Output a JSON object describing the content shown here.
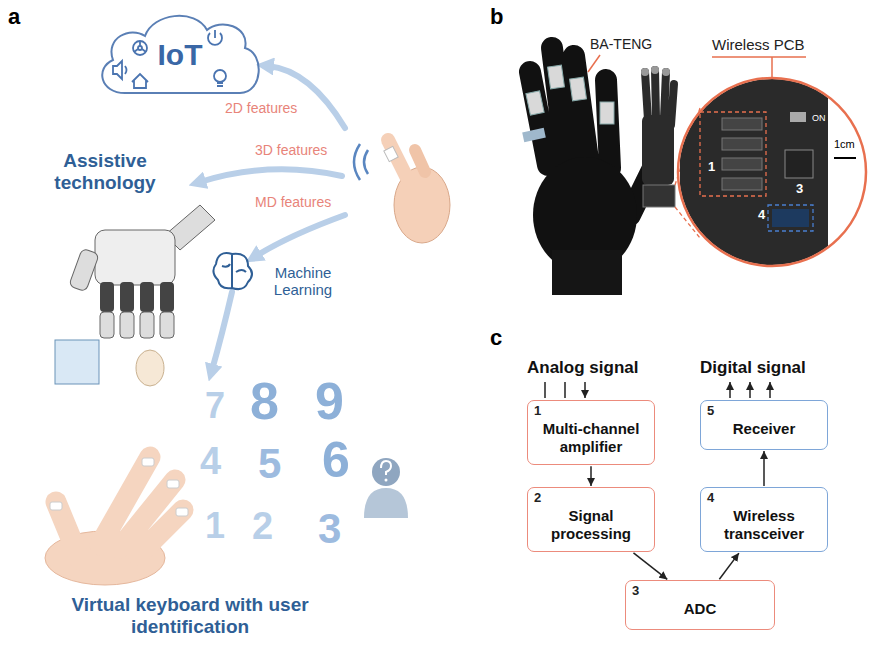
{
  "diagram": {
    "nodes": [
      {
        "text": [
          "IoT"
        ]
      },
      {
        "text": [
          "1",
          "Multi-channel amplifier"
        ]
      },
      {
        "text": [
          "2",
          "Signal processing"
        ]
      },
      {
        "text": [
          "3",
          "ADC"
        ]
      },
      {
        "text": [
          "4",
          "Wireless transceiver"
        ]
      },
      {
        "text": [
          "5",
          "Receiver"
        ]
      }
    ],
    "edges": [
      {
        "from": 1,
        "to": 2,
        "arrow": "to"
      },
      {
        "from": 2,
        "to": 3,
        "arrow": "to"
      },
      {
        "from": 3,
        "to": 4,
        "arrow": "to"
      },
      {
        "from": 4,
        "to": 5,
        "arrow": "to"
      }
    ],
    "labels": [
      "a",
      "b",
      "c",
      "2D features",
      "3D features",
      "MD features",
      "Assistive technology",
      "Machine Learning",
      "7",
      "8",
      "9",
      "4",
      "5",
      "6",
      "1",
      "2",
      "3",
      "Virtual keyboard with user identification",
      "BA-TENG",
      "Wireless PCB",
      "1",
      "3",
      "4",
      "1cm",
      "ON",
      "Analog signal",
      "Digital signal"
    ]
  }
}
